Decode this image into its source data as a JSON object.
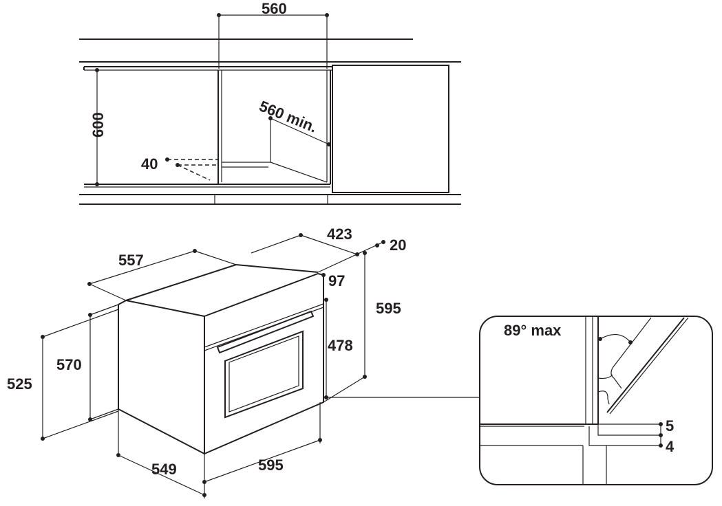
{
  "cabinet_diagram": {
    "niche_width": "560",
    "niche_height": "600",
    "niche_depth": "560 min.",
    "vent_opening": "40"
  },
  "oven_diagram": {
    "depth_total": "557",
    "top_depth": "423",
    "door_thickness": "20",
    "control_panel_height": "97",
    "front_height": "595",
    "door_height": "478",
    "body_height": "570",
    "body_height_side": "525",
    "body_depth": "549",
    "front_width": "595"
  },
  "door_detail": {
    "angle_label": "89° max",
    "gap_top": "5",
    "gap_bottom": "4"
  }
}
